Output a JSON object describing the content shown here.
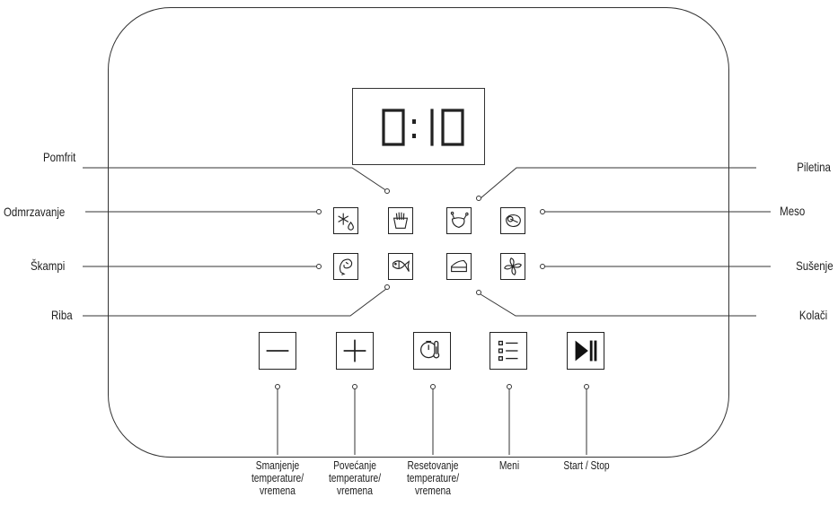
{
  "display": {
    "time": "0:10"
  },
  "presets": {
    "pomfrit": "Pomfrit",
    "piletina": "Piletina",
    "odmrzavanje": "Odmrzavanje",
    "meso": "Meso",
    "skampi": "Škampi",
    "susenje": "Sušenje",
    "riba": "Riba",
    "kolaci": "Kolači"
  },
  "controls": {
    "decrease": "Smanjenje temperature/ vremena",
    "increase": "Povećanje temperature/ vremena",
    "reset": "Resetovanje temperature/ vremena",
    "menu": "Meni",
    "startstop": "Start / Stop"
  }
}
